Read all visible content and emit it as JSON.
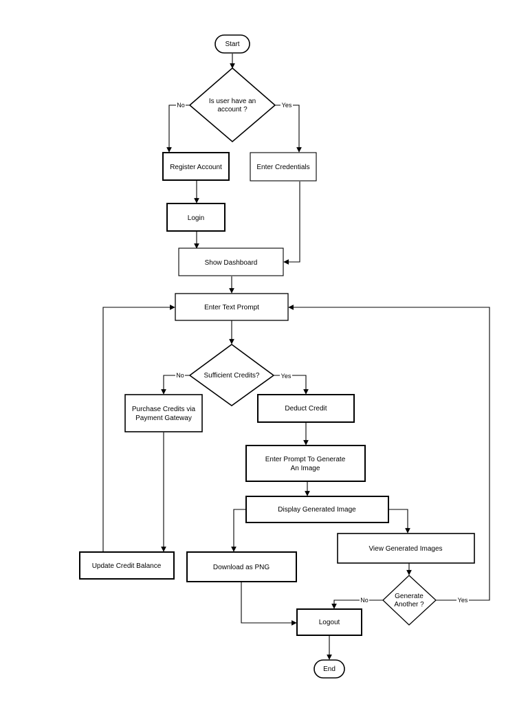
{
  "nodes": {
    "start": "Start",
    "q_account": [
      "Is user have an",
      "account ?"
    ],
    "register": "Register Account",
    "credentials": "Enter Credentials",
    "login": "Login",
    "dashboard": "Show Dashboard",
    "prompt": "Enter Text Prompt",
    "q_credits": "Sufficient Credits?",
    "purchase": [
      "Purchase Credits via",
      "Payment Gateway"
    ],
    "deduct": "Deduct Credit",
    "gen_prompt": [
      "Enter Prompt To Generate",
      "An Image"
    ],
    "display": "Display Generated Image",
    "view": "View Generated Images",
    "update": "Update Credit Balance",
    "download": "Download as PNG",
    "q_another": [
      "Generate",
      "Another ?"
    ],
    "logout": "Logout",
    "end": "End"
  },
  "edge_labels": {
    "account_no": "No",
    "account_yes": "Yes",
    "credits_no": "No",
    "credits_yes": "Yes",
    "another_no": "No",
    "another_yes": "Yes"
  }
}
